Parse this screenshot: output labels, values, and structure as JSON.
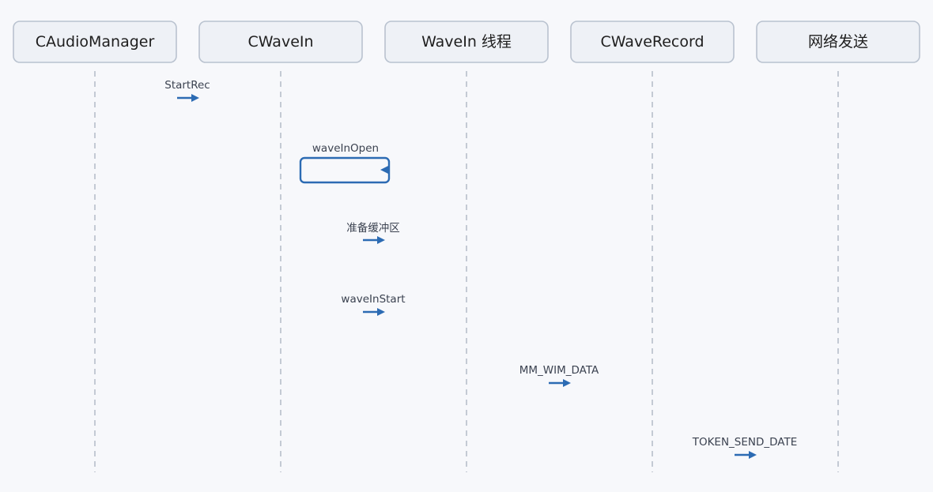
{
  "participants": [
    {
      "id": "p0",
      "label": "CAudioManager"
    },
    {
      "id": "p1",
      "label": "CWaveIn"
    },
    {
      "id": "p2",
      "label": "WaveIn 线程"
    },
    {
      "id": "p3",
      "label": "CWaveRecord"
    },
    {
      "id": "p4",
      "label": "网络发送"
    }
  ],
  "messages": [
    {
      "label": "StartRec",
      "kind": "arrow"
    },
    {
      "label": "waveInOpen",
      "kind": "self"
    },
    {
      "label": "准备缓冲区",
      "kind": "arrow"
    },
    {
      "label": "waveInStart",
      "kind": "arrow"
    },
    {
      "label": "MM_WIM_DATA",
      "kind": "arrow"
    },
    {
      "label": "TOKEN_SEND_DATE",
      "kind": "arrow"
    }
  ],
  "colors": {
    "arrow": "#2c6bb3",
    "lifeline": "#b8bfcb",
    "participant_fill": "#eef1f6",
    "participant_stroke": "#b9c2cf"
  }
}
